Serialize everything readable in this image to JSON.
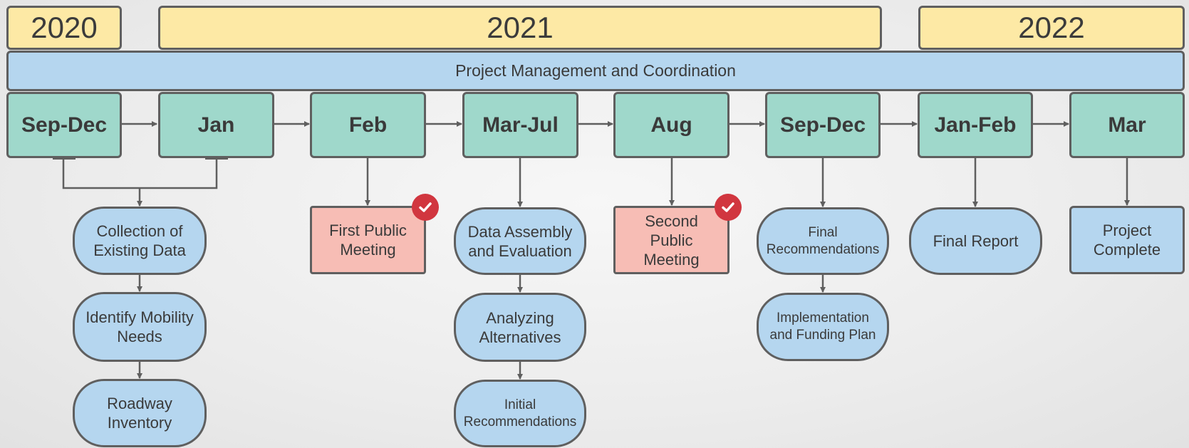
{
  "years": [
    "2020",
    "2021",
    "2022"
  ],
  "project_management": "Project Management and Coordination",
  "phases": [
    "Sep-Dec",
    "Jan",
    "Feb",
    "Mar-Jul",
    "Aug",
    "Sep-Dec",
    "Jan-Feb",
    "Mar"
  ],
  "tasks": {
    "collection": "Collection of\nExisting Data",
    "identify": "Identify Mobility\nNeeds",
    "roadway": "Roadway\nInventory",
    "first_meeting": "First Public\nMeeting",
    "data_assembly": "Data Assembly\nand Evaluation",
    "analyzing": "Analyzing\nAlternatives",
    "initial_rec": "Initial\nRecommendations",
    "second_meeting": "Second\nPublic\nMeeting",
    "final_rec": "Final\nRecommendations",
    "implementation": "Implementation\nand Funding Plan",
    "final_report": "Final Report",
    "project_complete": "Project\nComplete"
  },
  "colors": {
    "year": "#fde9a5",
    "project_management": "#b5d6ef",
    "phase": "#9fd8cb",
    "task": "#b5d6ef",
    "meeting": "#f7bdb5",
    "check_badge": "#d1363f",
    "stroke": "#5f5f5f"
  },
  "icons": {
    "meeting_badge": "checkmark-icon"
  }
}
